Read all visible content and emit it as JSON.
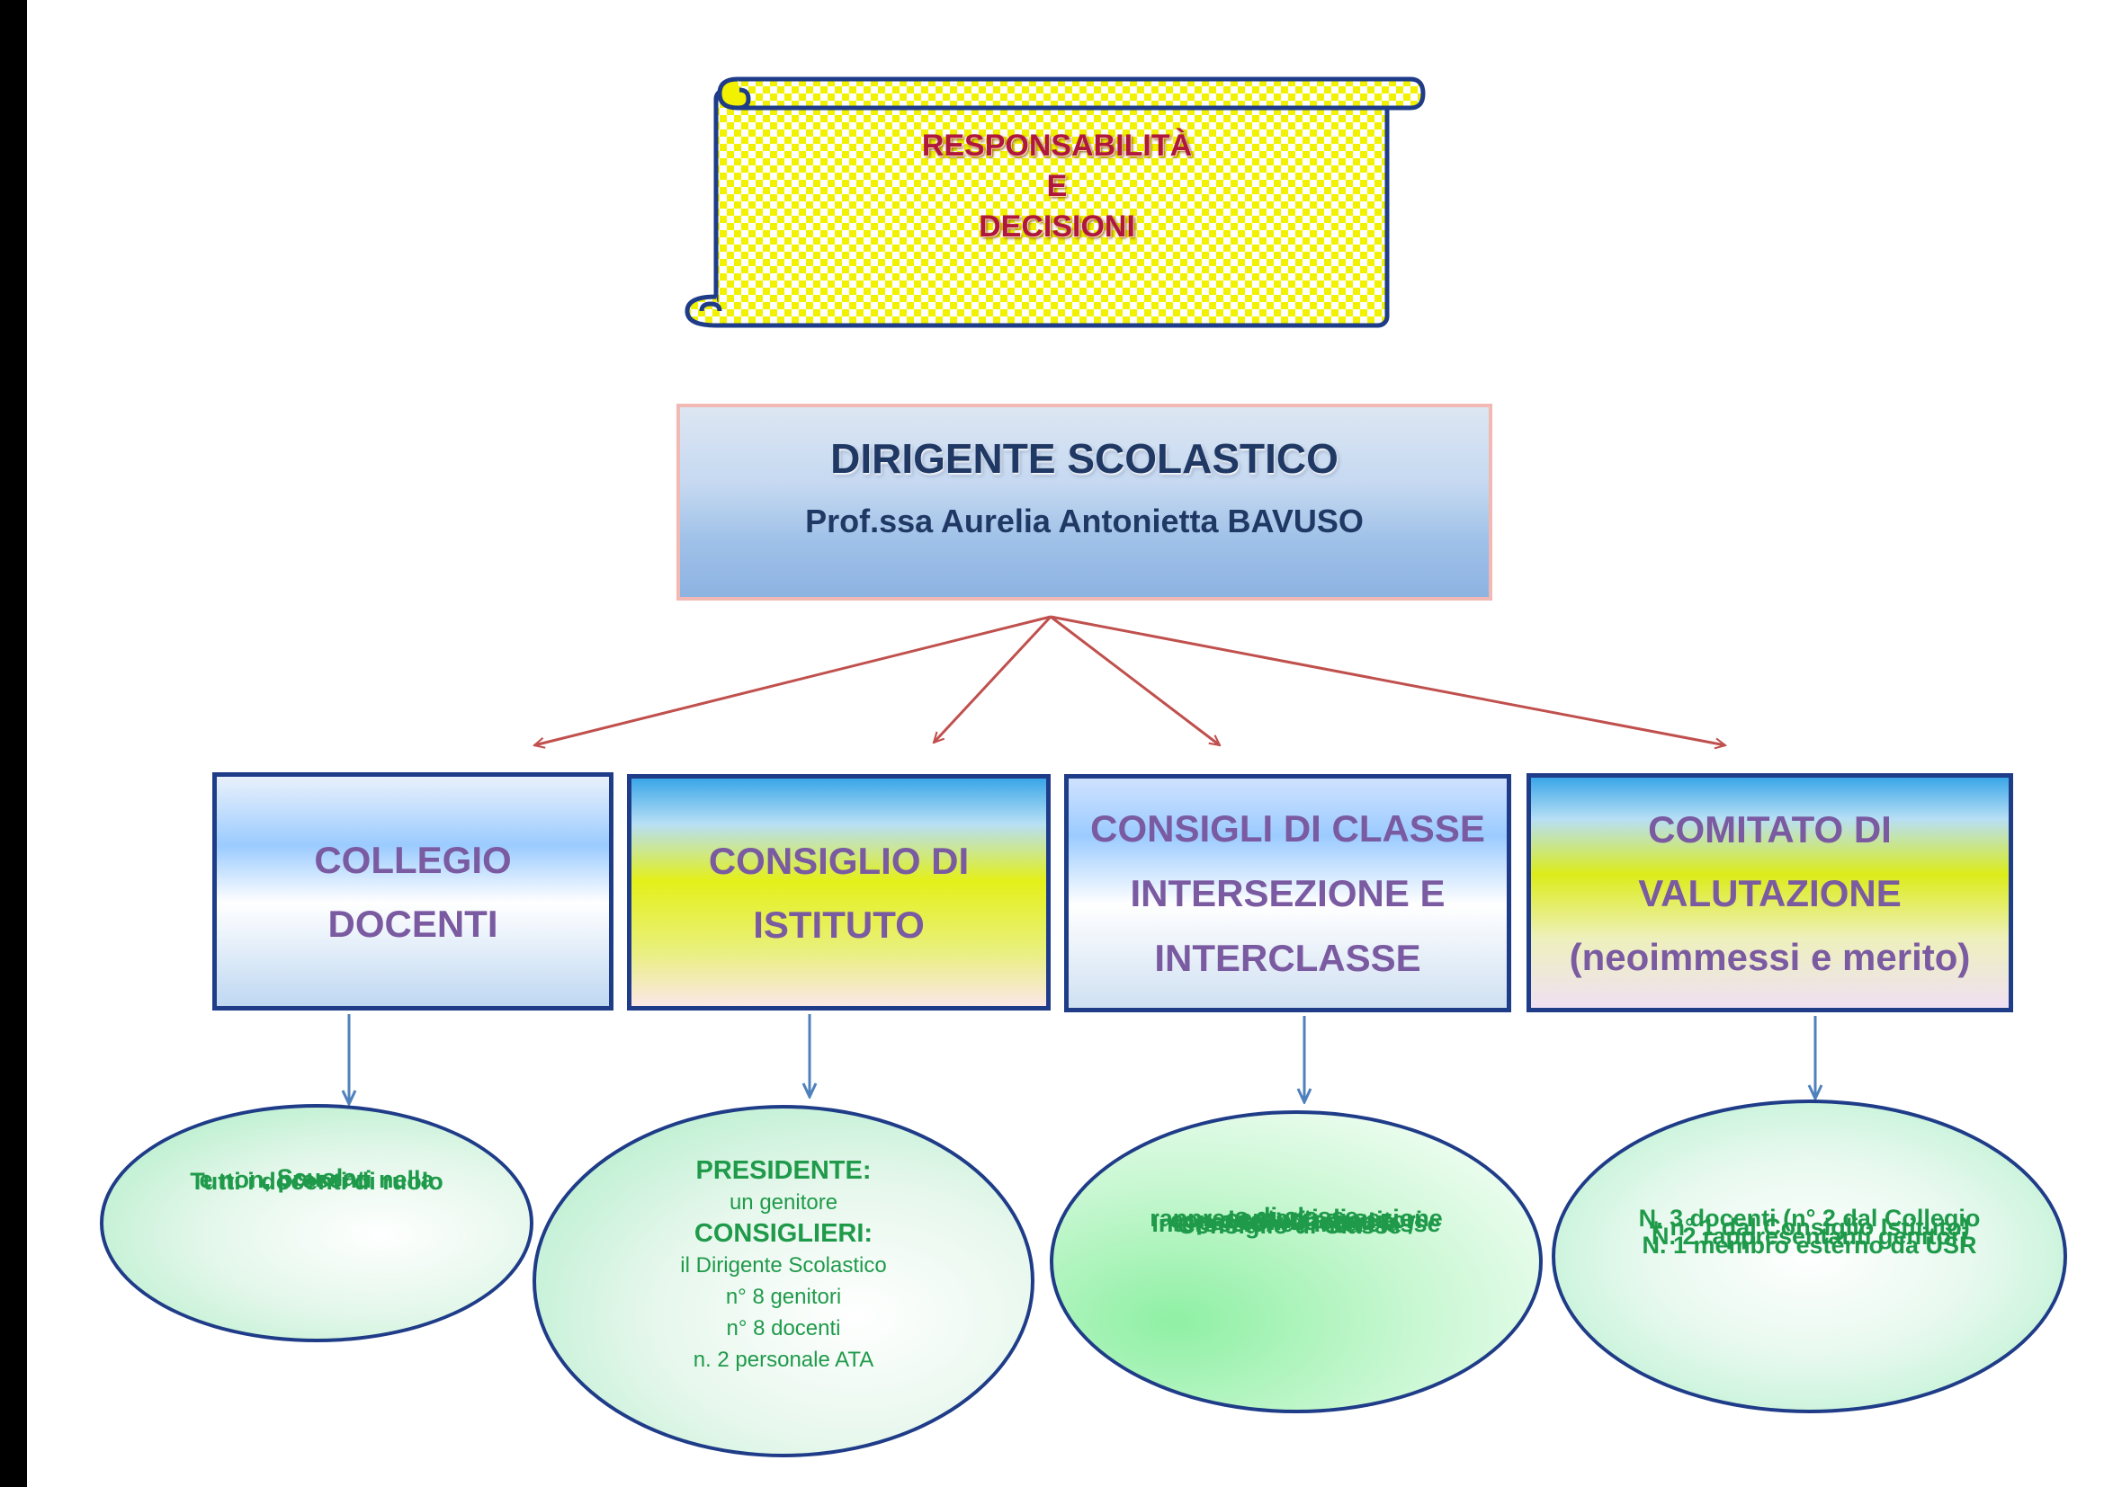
{
  "title": {
    "line1": "RESPONSABILITÀ",
    "line2": "E",
    "line3": "DECISIONI"
  },
  "dirigente": {
    "role": "DIRIGENTE SCOLASTICO",
    "name": "Prof.ssa Aurelia Antonietta BAVUSO"
  },
  "organs": [
    {
      "lines": [
        "COLLEGIO",
        "DOCENTI"
      ]
    },
    {
      "lines": [
        "CONSIGLIO DI",
        "ISTITUTO"
      ]
    },
    {
      "lines": [
        "CONSIGLI DI CLASSE",
        "INTERSEZIONE E",
        "INTERCLASSE"
      ]
    },
    {
      "lines": [
        "COMITATO DI",
        "VALUTAZIONE",
        "(neoimmessi e merito)"
      ]
    }
  ],
  "details": {
    "collegio": [
      "Tutti i docenti di ruolo",
      "e non, presenti nella",
      "Scuola"
    ],
    "consiglio_istituto": {
      "presidente_label": "PRESIDENTE:",
      "presidente_value": "un genitore",
      "consiglieri_label": "CONSIGLIERI:",
      "consiglieri": [
        "il Dirigente Scolastico",
        "n° 8 genitori",
        "n° 8 docenti",
        "n. 2 personale ATA"
      ]
    },
    "consigli_classe": [
      "Consiglio di Classe /",
      "Intersezione / Interclasse",
      "per soli docenti o",
      "con docenti e genitori",
      "rappresentanti di sezione",
      "o di classe"
    ],
    "comitato": [
      "N. 3 docenti (n° 2 dal Collegio",
      "+ n° 1 dal Consiglio Istituto)",
      "N. 2 rappresentanti  genitori",
      "N. 1 membro esterno da USR"
    ]
  },
  "colors": {
    "title_text": "#b0173d",
    "scroll_fill": "#f2f200",
    "scroll_border": "#1f3c88",
    "dirigente_text": "#1f3864",
    "organ_text": "#7a5aa0",
    "organ_border": "#1f3c88",
    "detail_text": "#1f9a4a",
    "red_arrow": "#c0504d",
    "blue_arrow": "#4f81bd"
  }
}
